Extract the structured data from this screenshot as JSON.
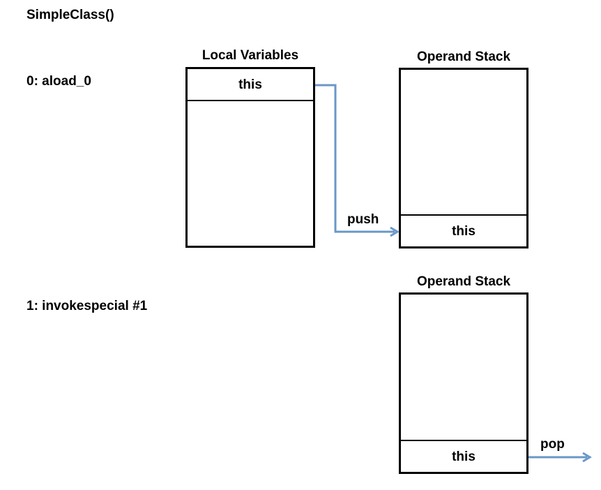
{
  "method": "SimpleClass()",
  "instructions": [
    {
      "label": "0: aload_0"
    },
    {
      "label": "1: invokespecial #1"
    }
  ],
  "step0": {
    "local_variables": {
      "title": "Local Variables",
      "slots": [
        "this"
      ]
    },
    "operand_stack": {
      "title": "Operand Stack",
      "entries": [
        "this"
      ]
    },
    "arrow_label": "push"
  },
  "step1": {
    "operand_stack": {
      "title": "Operand Stack",
      "entries": [
        "this"
      ]
    },
    "arrow_label": "pop"
  },
  "colors": {
    "arrow": "#6a97c8",
    "box_border": "#000000"
  }
}
